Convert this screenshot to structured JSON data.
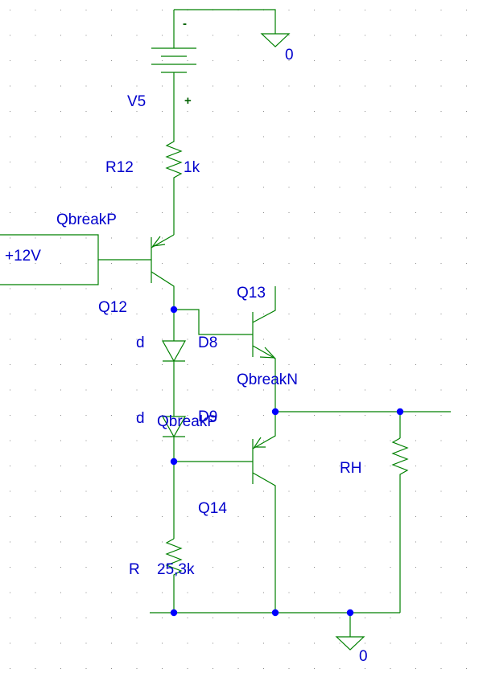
{
  "source": {
    "label": "V5",
    "minus": "-",
    "plus": "+"
  },
  "grounds": {
    "top": "0",
    "bottom": "0"
  },
  "r12": {
    "name": "R12",
    "value": "1k"
  },
  "q12": {
    "name": "Q12",
    "model": "QbreakP"
  },
  "input": {
    "label": "+12V"
  },
  "q13": {
    "name": "Q13",
    "model": "QbreakN"
  },
  "d8": {
    "name": "D8",
    "model": "d"
  },
  "d9": {
    "name": "D9",
    "model": "d"
  },
  "q14": {
    "name": "Q14",
    "model": "QbreakP"
  },
  "r_bottom": {
    "name": "R",
    "value": "25,3k"
  },
  "rh": {
    "name": "RH"
  },
  "colors": {
    "wire": "#008000",
    "label": "#0000cc",
    "junction": "#0000ff",
    "grid": "#8a8a8a"
  }
}
